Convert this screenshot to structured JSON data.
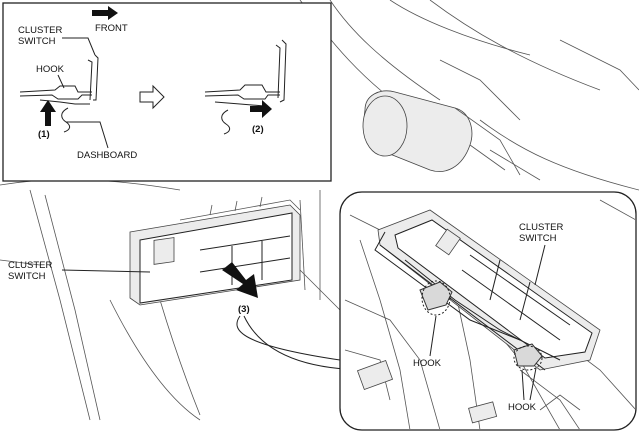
{
  "labels": {
    "inset_cluster_switch": "CLUSTER\nSWITCH",
    "inset_front": "FRONT",
    "inset_hook": "HOOK",
    "inset_step1": "(1)",
    "inset_step2": "(2)",
    "inset_dashboard": "DASHBOARD",
    "main_cluster_switch": "CLUSTER\nSWITCH",
    "main_step3": "(3)",
    "detail_cluster_switch": "CLUSTER\nSWITCH",
    "detail_hook_left": "HOOK",
    "detail_hook_right": "HOOK"
  },
  "icons": {
    "front_arrow": "right-arrow-icon",
    "step1_arrow": "up-arrow-icon",
    "step2_arrow": "right-arrow-icon",
    "transition_arrow": "hollow-right-arrow-icon",
    "step3_arrow": "diagonal-down-arrow-icon"
  },
  "colors": {
    "line": "#222222",
    "fill_light": "#ececec",
    "fill_mid": "#d9d9d9",
    "arrow": "#111111"
  }
}
